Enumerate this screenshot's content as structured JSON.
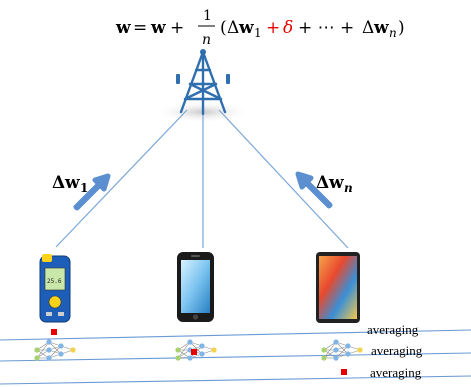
{
  "formula": {
    "lhs": "w",
    "equals": "=",
    "w": "w",
    "plus": "+",
    "frac_num": "1",
    "frac_den": "n",
    "open": "(",
    "delta_w1_prefix": "Δ",
    "w1": "w",
    "sub1": "1",
    "plus_delta": "+",
    "delta": "δ",
    "ellipsis": "+ ⋯ +",
    "delta_wn_prefix": "Δ",
    "wn": "w",
    "subn": "n",
    "close": ")"
  },
  "upload_labels": {
    "left": {
      "prefix": "Δ",
      "w": "w",
      "sub": "1"
    },
    "right": {
      "prefix": "Δ",
      "w": "w",
      "sub": "n"
    }
  },
  "averaging_labels": [
    "averaging",
    "averaging",
    "averaging"
  ],
  "devices": {
    "left": {
      "icon": "handheld-meter-icon",
      "screen_text": "25.6"
    },
    "middle": {
      "icon": "smartphone-icon"
    },
    "right": {
      "icon": "tablet-icon"
    }
  },
  "server": {
    "icon": "cell-tower-icon"
  },
  "colors": {
    "link_line": "#7aa7d8",
    "arrow": "#5b8fd0",
    "highlight": "#e60000",
    "tower": "#2f6fb0",
    "band_line": "#6a9ad4"
  }
}
